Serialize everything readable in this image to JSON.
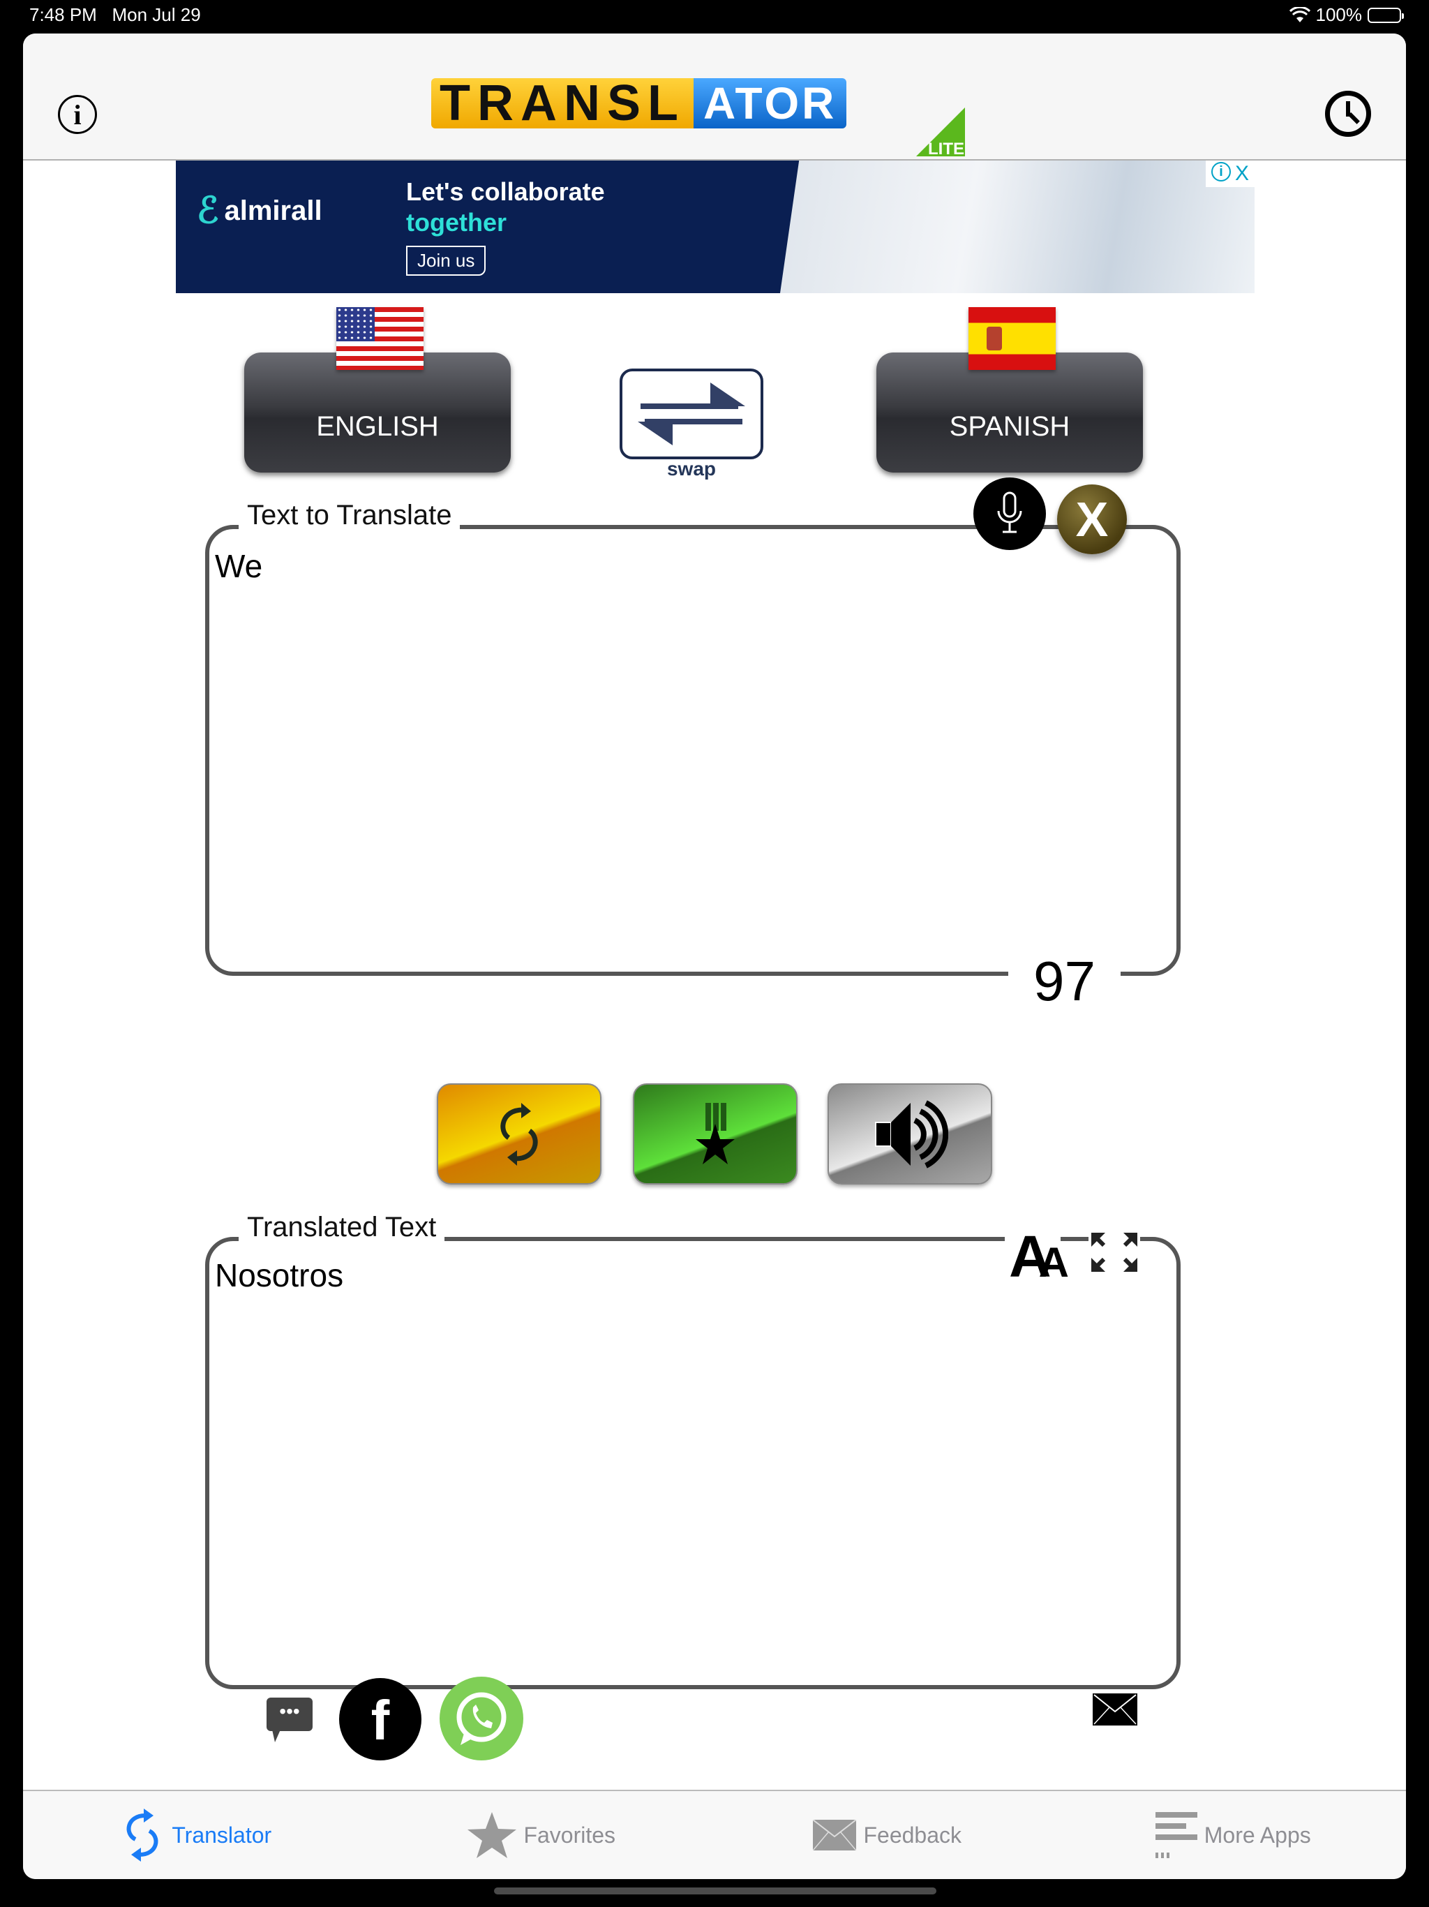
{
  "status_bar": {
    "time": "7:48 PM",
    "date": "Mon Jul 29",
    "battery": "100%"
  },
  "header": {
    "logo_part1": "TRANSL",
    "logo_part2": "ATOR",
    "logo_badge": "LITE",
    "info_icon": "info-icon",
    "history_icon": "clock-icon"
  },
  "ad": {
    "brand": "almirall",
    "headline": "Let's collaborate",
    "headline_accent": "together",
    "cta": "Join us",
    "adchoices_info": "i",
    "adchoices_close": "X"
  },
  "languages": {
    "source": "ENGLISH",
    "target": "SPANISH",
    "swap_label": "swap"
  },
  "input": {
    "title": "Text to Translate",
    "value": "We",
    "char_counter": "97"
  },
  "actions": {
    "translate_icon": "refresh-arrows-icon",
    "favorite_icon": "medal-star-icon",
    "speak_icon": "speaker-icon"
  },
  "output": {
    "title": "Translated Text",
    "value": "Nosotros",
    "font_size_label": "A",
    "font_size_label_small": "A"
  },
  "share": {
    "sms_icon": "message-bubble-icon",
    "facebook_label": "f",
    "whatsapp_icon": "whatsapp-icon",
    "mail_icon": "envelope-icon"
  },
  "tabbar": {
    "items": [
      {
        "label": "Translator",
        "active": true
      },
      {
        "label": "Favorites",
        "active": false
      },
      {
        "label": "Feedback",
        "active": false
      },
      {
        "label": "More Apps",
        "active": false
      }
    ]
  },
  "colors": {
    "accent": "#1a7cf6",
    "inactive_tab": "#8e8e93",
    "ad_background": "#0a1f52",
    "ad_accent": "#2ee0d8",
    "field_border": "#555555"
  }
}
